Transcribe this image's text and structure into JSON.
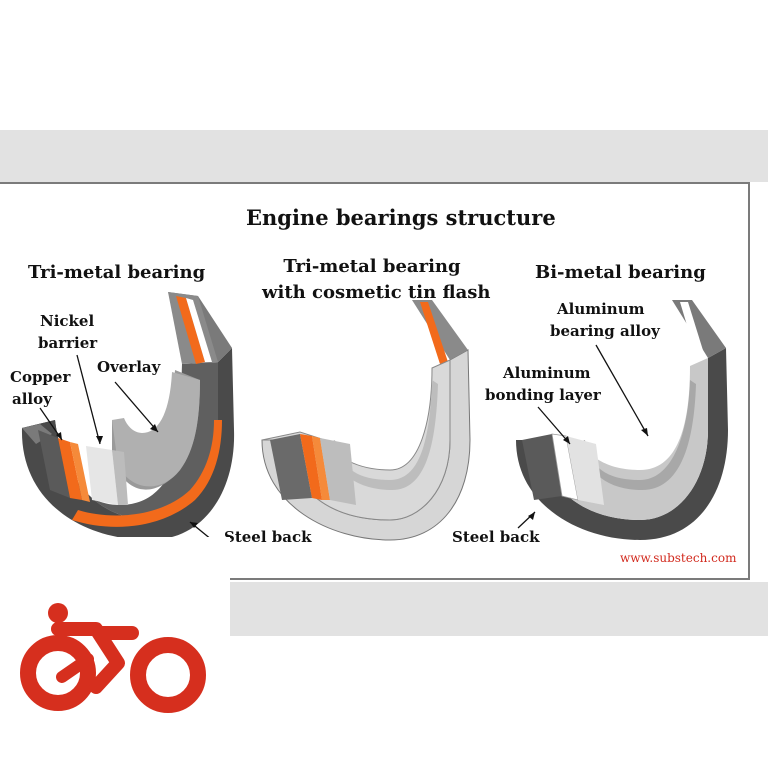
{
  "figure": {
    "title": "Engine bearings structure",
    "source": "www.substech.com",
    "panels": [
      {
        "heading": "Tri-metal bearing",
        "labels": [
          "Nickel",
          "barrier",
          "Copper",
          "alloy",
          "Overlay",
          "Steel back"
        ]
      },
      {
        "heading_line1": "Tri-metal bearing",
        "heading_line2": "with cosmetic tin flash"
      },
      {
        "heading": "Bi-metal bearing",
        "labels": [
          "Aluminum",
          "bearing alloy",
          "Aluminum",
          "bonding layer",
          "Steel back"
        ]
      }
    ]
  },
  "colors": {
    "steel": "#6e6e6e",
    "copper": "#f26a1b",
    "overlay": "#a3a3a3",
    "aluminum": "#cfcfcf",
    "brand_red": "#d62f1e"
  }
}
